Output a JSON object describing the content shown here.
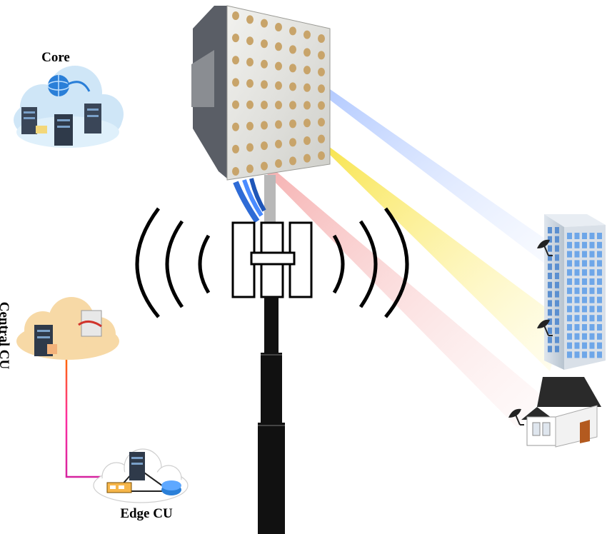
{
  "labels": {
    "core": "Core",
    "central_cu": "Central CU",
    "edge_cu": "Edge CU"
  },
  "colors": {
    "beam_yellow": "#f7e13a",
    "beam_red": "#f3a0a0",
    "beam_blue": "#c8d8ff",
    "tower": "#111111",
    "cloud_blue": "#cfe6f7",
    "cloud_orange": "#f7d9a6",
    "building_blue": "#6ea6e8"
  },
  "icons": [
    "server-icon",
    "globe-icon",
    "router-icon",
    "satellite-dish-icon",
    "building-icon",
    "house-icon",
    "antenna-panel-icon",
    "cloud-icon"
  ]
}
